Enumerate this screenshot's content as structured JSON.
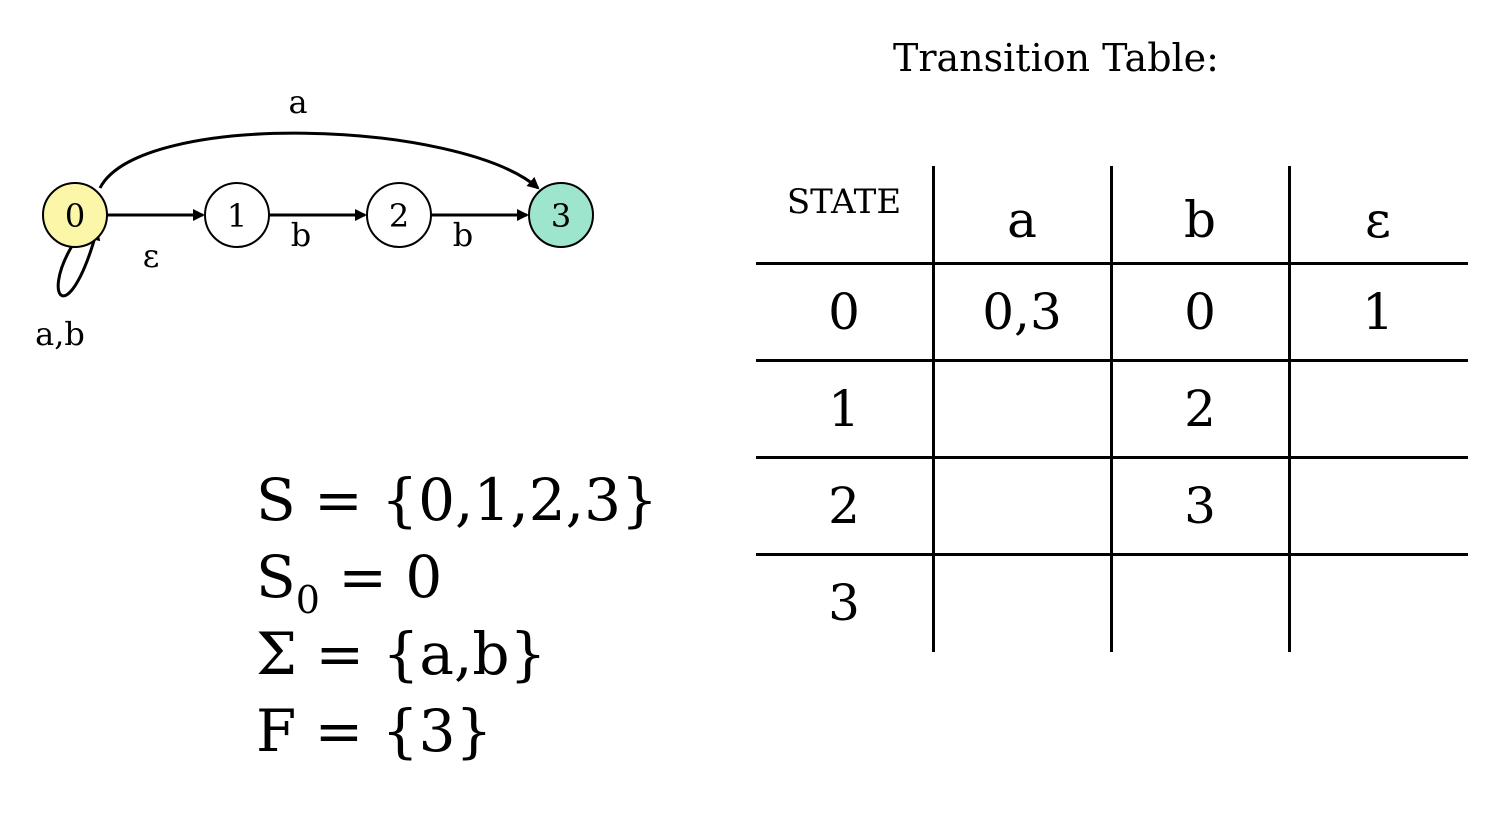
{
  "diagram": {
    "states": [
      {
        "id": "0",
        "label": "0",
        "fill": "#fcf6a9",
        "role": "start"
      },
      {
        "id": "1",
        "label": "1",
        "fill": "#ffffff",
        "role": "normal"
      },
      {
        "id": "2",
        "label": "2",
        "fill": "#ffffff",
        "role": "normal"
      },
      {
        "id": "3",
        "label": "3",
        "fill": "#9de5cc",
        "role": "final"
      }
    ],
    "edges": [
      {
        "from": "0",
        "to": "0",
        "label": "a,b"
      },
      {
        "from": "0",
        "to": "1",
        "label": "ε"
      },
      {
        "from": "1",
        "to": "2",
        "label": "b"
      },
      {
        "from": "2",
        "to": "3",
        "label": "b"
      },
      {
        "from": "0",
        "to": "3",
        "label": "a"
      }
    ]
  },
  "table": {
    "title": "Transition Table:",
    "headers": [
      "STATE",
      "a",
      "b",
      "ε"
    ],
    "rows": [
      [
        "0",
        "0,3",
        "0",
        "1"
      ],
      [
        "1",
        "",
        "2",
        ""
      ],
      [
        "2",
        "",
        "3",
        ""
      ],
      [
        "3",
        "",
        "",
        ""
      ]
    ]
  },
  "definitions": {
    "states_set": "S = {0,1,2,3}",
    "start_symbol": "S",
    "start_subscript": "0",
    "start_value": " = 0",
    "alphabet": "Σ = {a,b}",
    "finals": "F = {3}"
  }
}
